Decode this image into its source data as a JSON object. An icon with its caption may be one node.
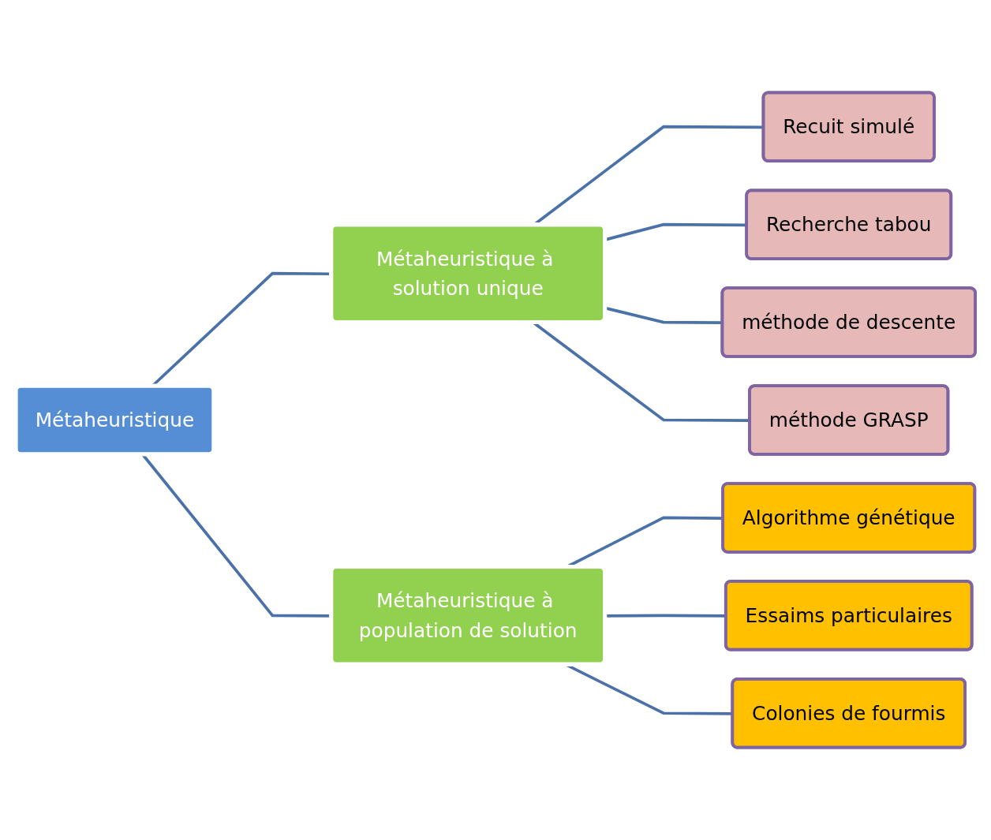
{
  "diagram": {
    "nodes": [
      {
        "text": [
          "Métaheuristique"
        ]
      },
      {
        "text": [
          "Métaheuristique à solution unique"
        ]
      },
      {
        "text": [
          "Recuit simulé"
        ]
      },
      {
        "text": [
          "Recherche tabou"
        ]
      },
      {
        "text": [
          "méthode de descente"
        ]
      },
      {
        "text": [
          "méthode GRASP"
        ]
      },
      {
        "text": [
          "Métaheuristique à population de solution"
        ]
      },
      {
        "text": [
          "Algorithme génétique"
        ]
      },
      {
        "text": [
          "Essaims particulaires"
        ]
      },
      {
        "text": [
          "Colonies de fourmis"
        ]
      }
    ],
    "edges": [
      {
        "from": 0,
        "to": 1,
        "arrow": "none"
      },
      {
        "from": 0,
        "to": 6,
        "arrow": "none"
      },
      {
        "from": 1,
        "to": 2,
        "arrow": "none"
      },
      {
        "from": 1,
        "to": 3,
        "arrow": "none"
      },
      {
        "from": 1,
        "to": 4,
        "arrow": "none"
      },
      {
        "from": 1,
        "to": 5,
        "arrow": "none"
      },
      {
        "from": 6,
        "to": 7,
        "arrow": "none"
      },
      {
        "from": 6,
        "to": 8,
        "arrow": "none"
      },
      {
        "from": 6,
        "to": 9,
        "arrow": "none"
      }
    ]
  }
}
